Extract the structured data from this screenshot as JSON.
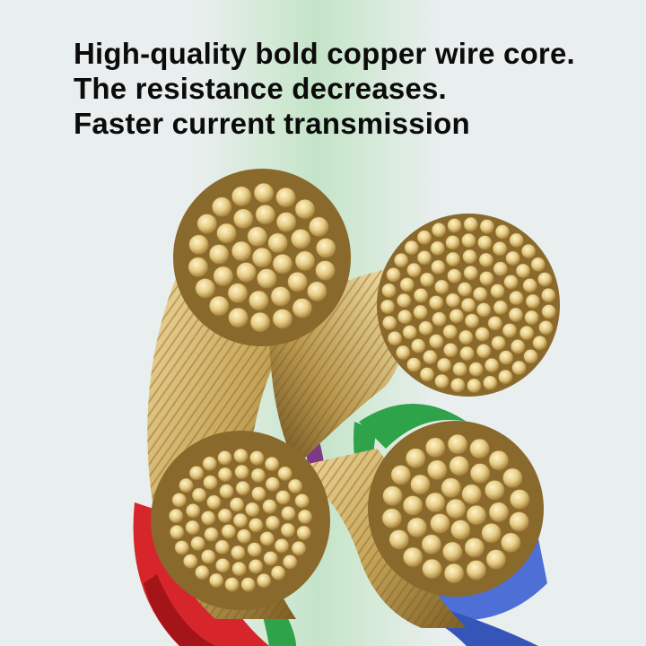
{
  "headline": {
    "line1": "High-quality bold copper wire core.",
    "line2": "The resistance decreases.",
    "line3": "Faster current transmission"
  },
  "colors": {
    "background": "#e9eeee",
    "center_band": "#cfe8d2",
    "copper_light": "#f3dfa2",
    "copper_mid": "#dcc07a",
    "copper_dark": "#8a6a2c",
    "insulation_red": "#d6262b",
    "insulation_green": "#2fa34a",
    "insulation_blue": "#4d6fd6",
    "insulation_purple": "#7d3b86",
    "headline_text": "#0b0b0b"
  },
  "wire_cores": [
    {
      "name": "top-left-core"
    },
    {
      "name": "right-core"
    },
    {
      "name": "bottom-left-core"
    },
    {
      "name": "bottom-right-core"
    }
  ]
}
